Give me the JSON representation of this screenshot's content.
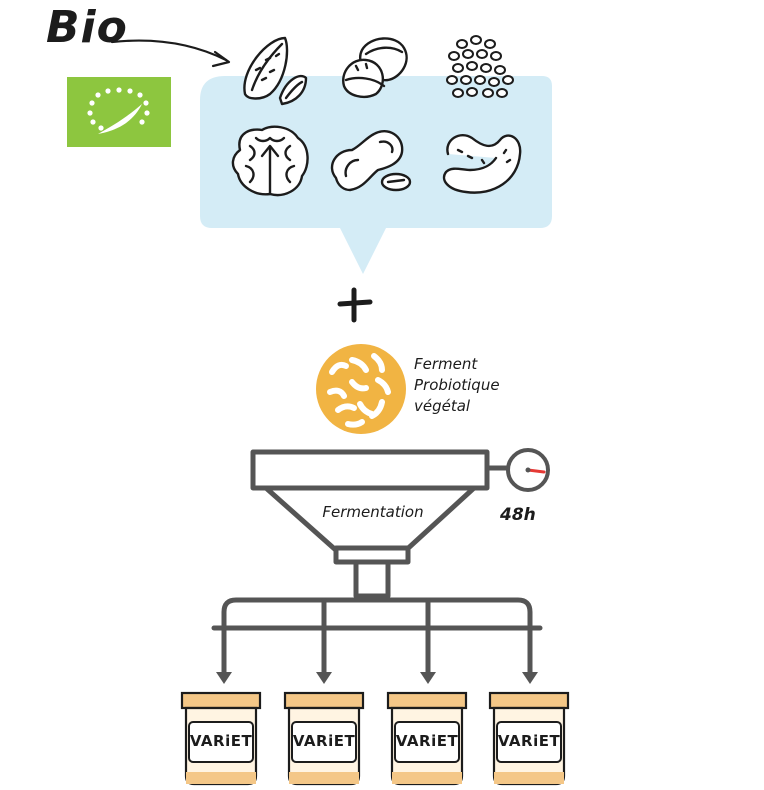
{
  "header": {
    "bio_label": "Bio"
  },
  "ingredients": {
    "icons": [
      "almond-icon",
      "hazelnut-icon",
      "sesame-seeds-icon",
      "walnut-icon",
      "peanut-icon",
      "cashew-icon"
    ],
    "panel_color": "#d4ecf6"
  },
  "plus_sign": "+",
  "ferment": {
    "lines": [
      "Ferment",
      "Probiotique",
      "végétal"
    ],
    "color": "#f1b443"
  },
  "process": {
    "label": "Fermentation",
    "duration": "48h"
  },
  "jars": {
    "labels": [
      "VARiET",
      "VARiET",
      "VARiET",
      "VARiET"
    ],
    "lid_color": "#f4c787"
  },
  "eu_logo": {
    "color": "#8dc63f"
  }
}
